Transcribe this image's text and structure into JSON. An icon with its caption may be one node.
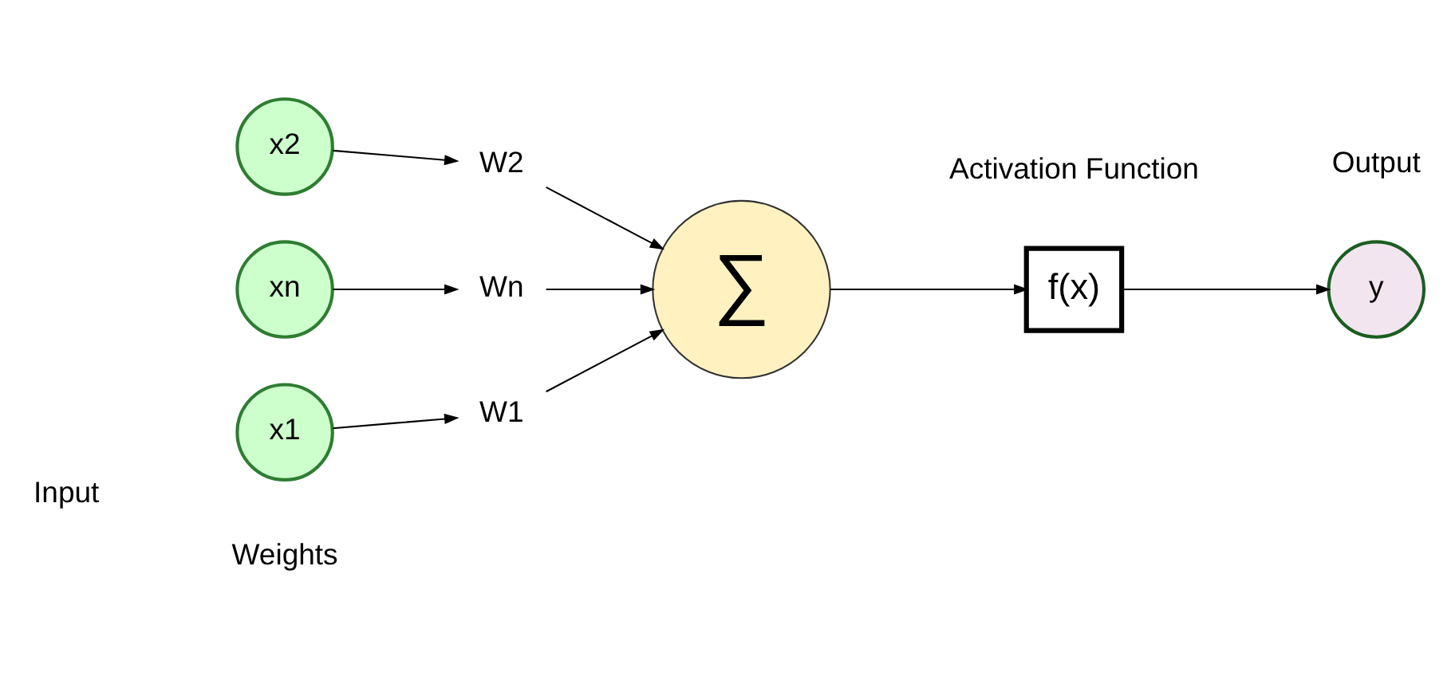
{
  "diagram": {
    "nodes": [
      {
        "text": [
          "x1"
        ]
      },
      {
        "text": [
          "x2"
        ]
      },
      {
        "text": [
          "xn"
        ]
      },
      {
        "text": [
          "W1"
        ]
      },
      {
        "text": [
          "W2"
        ]
      },
      {
        "text": [
          "Wn"
        ]
      },
      {
        "text": [
          "∑"
        ]
      },
      {
        "text": [
          "f(x)"
        ],
        "beside": [
          "Activation Function"
        ]
      },
      {
        "text": [
          "y"
        ],
        "beside": [
          "Output"
        ]
      }
    ],
    "edges": [
      {
        "from": 0,
        "to": 3,
        "arrow": "to"
      },
      {
        "from": 1,
        "to": 4,
        "arrow": "to"
      },
      {
        "from": 2,
        "to": 5,
        "arrow": "to"
      },
      {
        "from": 3,
        "to": 6,
        "arrow": "to"
      },
      {
        "from": 4,
        "to": 6,
        "arrow": "to"
      },
      {
        "from": 5,
        "to": 6,
        "arrow": "to"
      },
      {
        "from": 6,
        "to": 7,
        "arrow": "to"
      },
      {
        "from": 7,
        "to": 8,
        "arrow": "to"
      }
    ],
    "labels": [
      "Input",
      "Weights"
    ]
  }
}
